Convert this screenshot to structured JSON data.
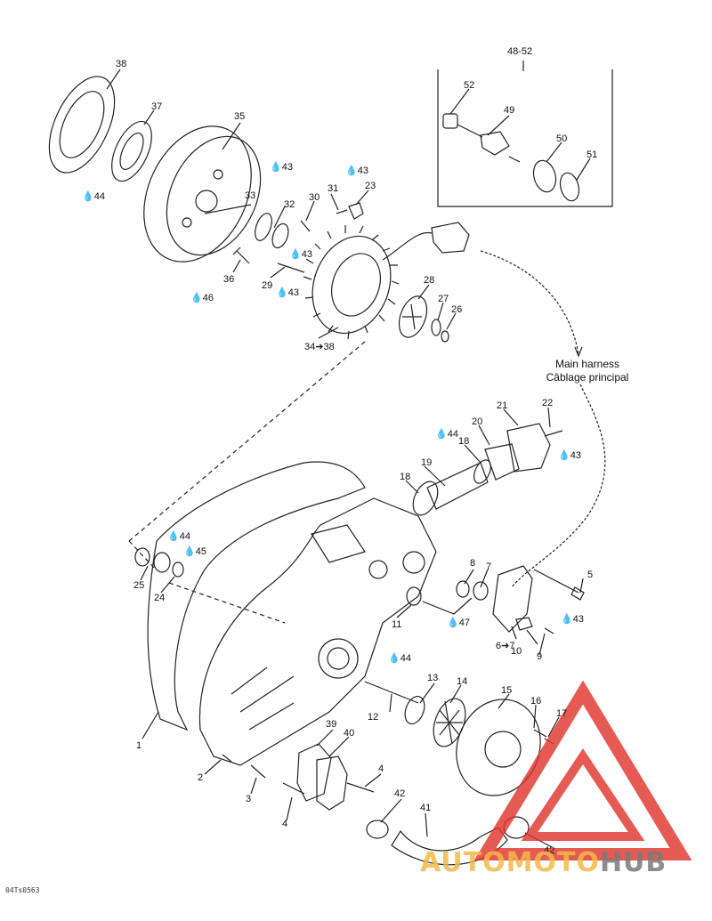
{
  "labels": {
    "l38": "38",
    "l37": "37",
    "l35": "35",
    "l44a": "44",
    "l43a": "43",
    "l43b": "43",
    "l33": "33",
    "l32": "32",
    "l30": "30",
    "l31": "31",
    "l23": "23",
    "l36": "36",
    "l29": "29",
    "l43c": "43",
    "l43d": "43",
    "l46": "46",
    "l28": "28",
    "l27": "27",
    "l26": "26",
    "l3438": "34➔38",
    "l4852": "48-52",
    "l52": "52",
    "l49": "49",
    "l50": "50",
    "l51": "51",
    "l22": "22",
    "l21": "21",
    "l20": "20",
    "l18a": "18",
    "l44b": "44",
    "l43e": "43",
    "l19": "19",
    "l18b": "18",
    "l44c": "44",
    "l45": "45",
    "l25": "25",
    "l24": "24",
    "l8": "8",
    "l7": "7",
    "l5": "5",
    "l11": "11",
    "l47": "47",
    "l43f": "43",
    "l67": "6➔7",
    "l10": "10",
    "l9": "9",
    "l44d": "44",
    "l13": "13",
    "l14": "14",
    "l12": "12",
    "l15": "15",
    "l16": "16",
    "l17": "17",
    "l1": "1",
    "l39": "39",
    "l40": "40",
    "l2": "2",
    "l3": "3",
    "l4a": "4",
    "l4b": "4",
    "l42a": "42",
    "l41": "41",
    "l42b": "42"
  },
  "harness": {
    "line1": "Main harness",
    "line2": "Câblage principal"
  },
  "code": "04Ts0563",
  "watermark": {
    "part1": "AUTOMOTO",
    "part2": "HUB"
  },
  "colors": {
    "ink": "#222222",
    "watermark_red": "#e0322a",
    "watermark_orange": "#f5b94a",
    "watermark_gray": "#7a7a7a"
  }
}
